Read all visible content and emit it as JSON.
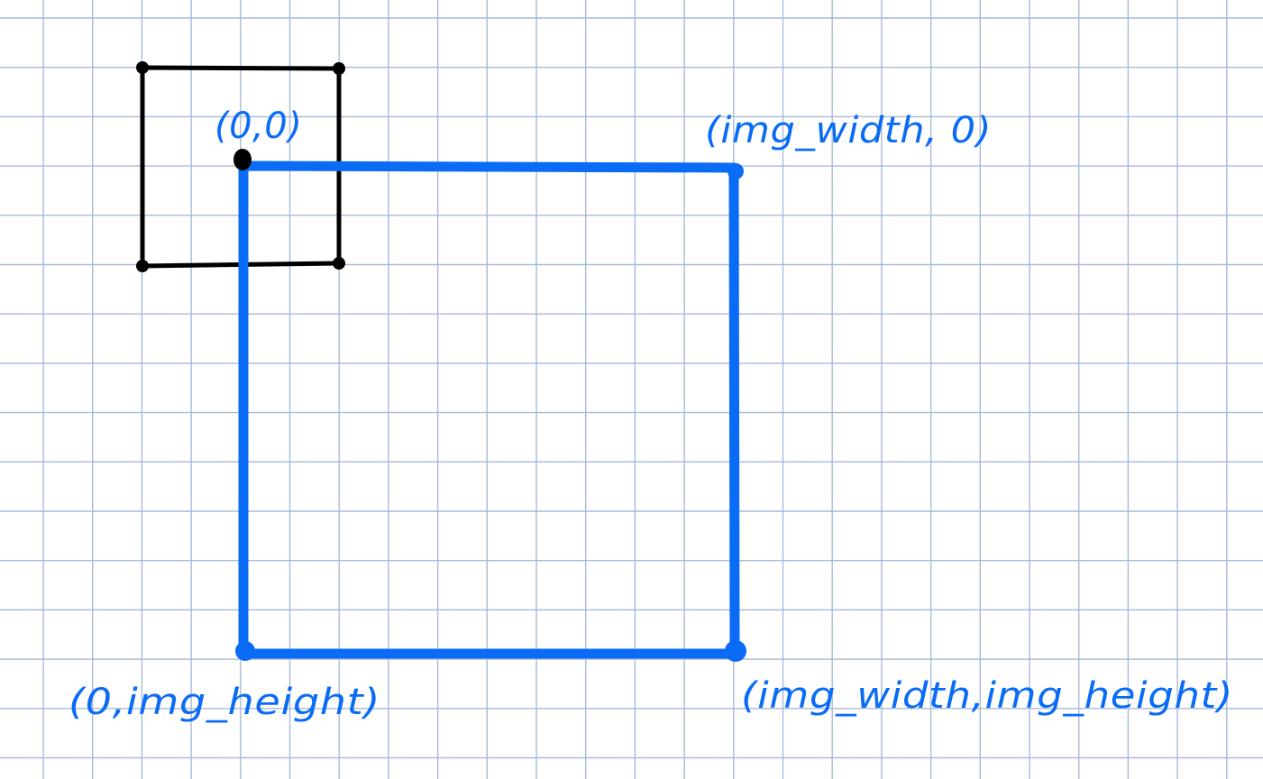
{
  "colors": {
    "background": "#ffffff",
    "grid_line": "#a9b9d9",
    "image_rect": "#0a6cf5",
    "small_square": "#000000",
    "origin_dot": "#000000",
    "label_text": "#0a6cf5"
  },
  "labels": {
    "origin": "(0,0)",
    "top_right": "(img_width, 0)",
    "bottom_left": "(0,img_height)",
    "bottom_right": "(img_width,img_height)"
  }
}
